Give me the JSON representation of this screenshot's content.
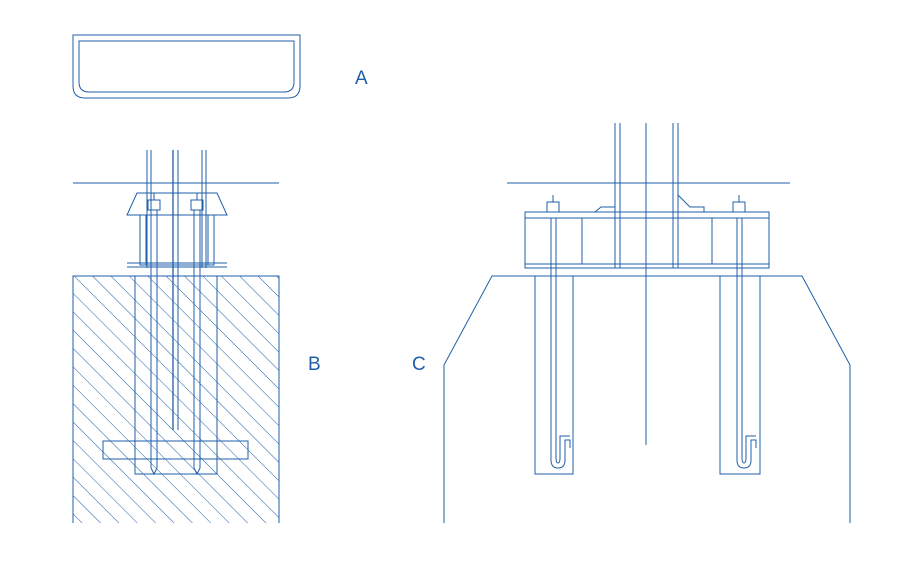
{
  "labels": {
    "a": "A",
    "b": "B",
    "c": "C"
  },
  "colors": {
    "line": "#1f5fa8",
    "background": "#ffffff"
  }
}
